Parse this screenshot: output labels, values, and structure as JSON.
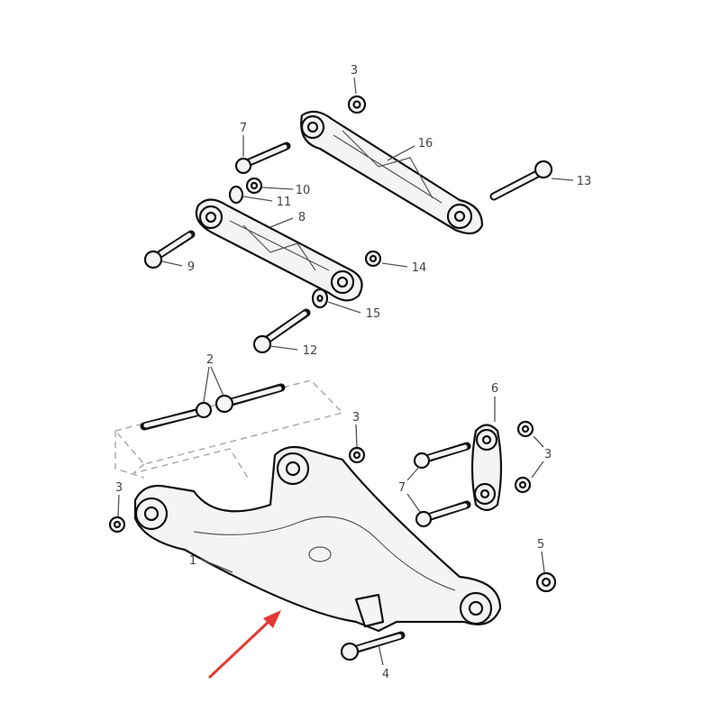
{
  "diagram": {
    "callouts": {
      "c3a": "3",
      "c7a": "7",
      "c16": "16",
      "c13": "13",
      "c10": "10",
      "c11": "11",
      "c8": "8",
      "c9": "9",
      "c14": "14",
      "c15": "15",
      "c12": "12",
      "c2": "2",
      "c3b": "3",
      "c6": "6",
      "c3c": "3",
      "c7b": "7",
      "c3d": "3",
      "c5": "5",
      "c1": "1",
      "c4": "4"
    },
    "colors": {
      "line": "#111111",
      "part_fill": "#f4f4f4",
      "arrow": "#e53935"
    }
  }
}
